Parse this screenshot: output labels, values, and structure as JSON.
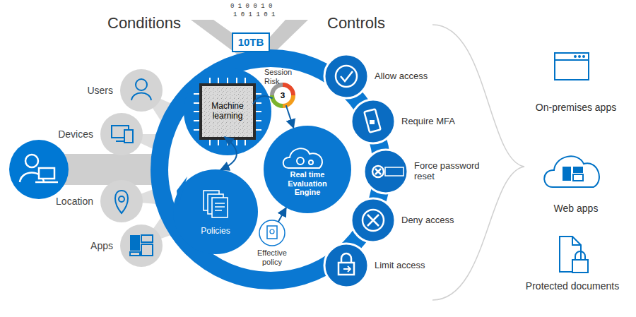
{
  "diagram": {
    "nodes": [
      {
        "text": [
          "Users"
        ]
      },
      {
        "text": [
          "Devices"
        ]
      },
      {
        "text": [
          "Location"
        ]
      },
      {
        "text": [
          "Apps"
        ]
      },
      {
        "text": [
          "10TB"
        ]
      },
      {
        "text": [
          "Machine learning"
        ]
      },
      {
        "text": [
          "3"
        ]
      },
      {
        "text": [
          "Real time Evaluation Engine"
        ]
      },
      {
        "text": [
          "Policies"
        ]
      },
      {
        "text": [
          "Effective policy"
        ]
      },
      {
        "text": [
          "Allow access"
        ]
      },
      {
        "text": [
          "Require MFA"
        ]
      },
      {
        "text": [
          "Force password reset"
        ]
      },
      {
        "text": [
          "Deny access"
        ]
      },
      {
        "text": [
          "Limit access"
        ]
      },
      {
        "text": [
          "On-premises apps"
        ]
      },
      {
        "text": [
          "Web apps"
        ]
      },
      {
        "text": [
          "Protected documents"
        ]
      }
    ],
    "edges": [
      {
        "from": 5,
        "to": 8,
        "arrow": "both"
      },
      {
        "from": 5,
        "to": 6,
        "arrow": "none"
      },
      {
        "from": 6,
        "to": 7,
        "arrow": "to"
      },
      {
        "from": 9,
        "to": 7,
        "arrow": "to"
      }
    ],
    "labels": [
      "Conditions",
      "Controls",
      "Session Risk",
      "0 1 0 0 1 0",
      "1 0 1 1 0 1"
    ]
  }
}
